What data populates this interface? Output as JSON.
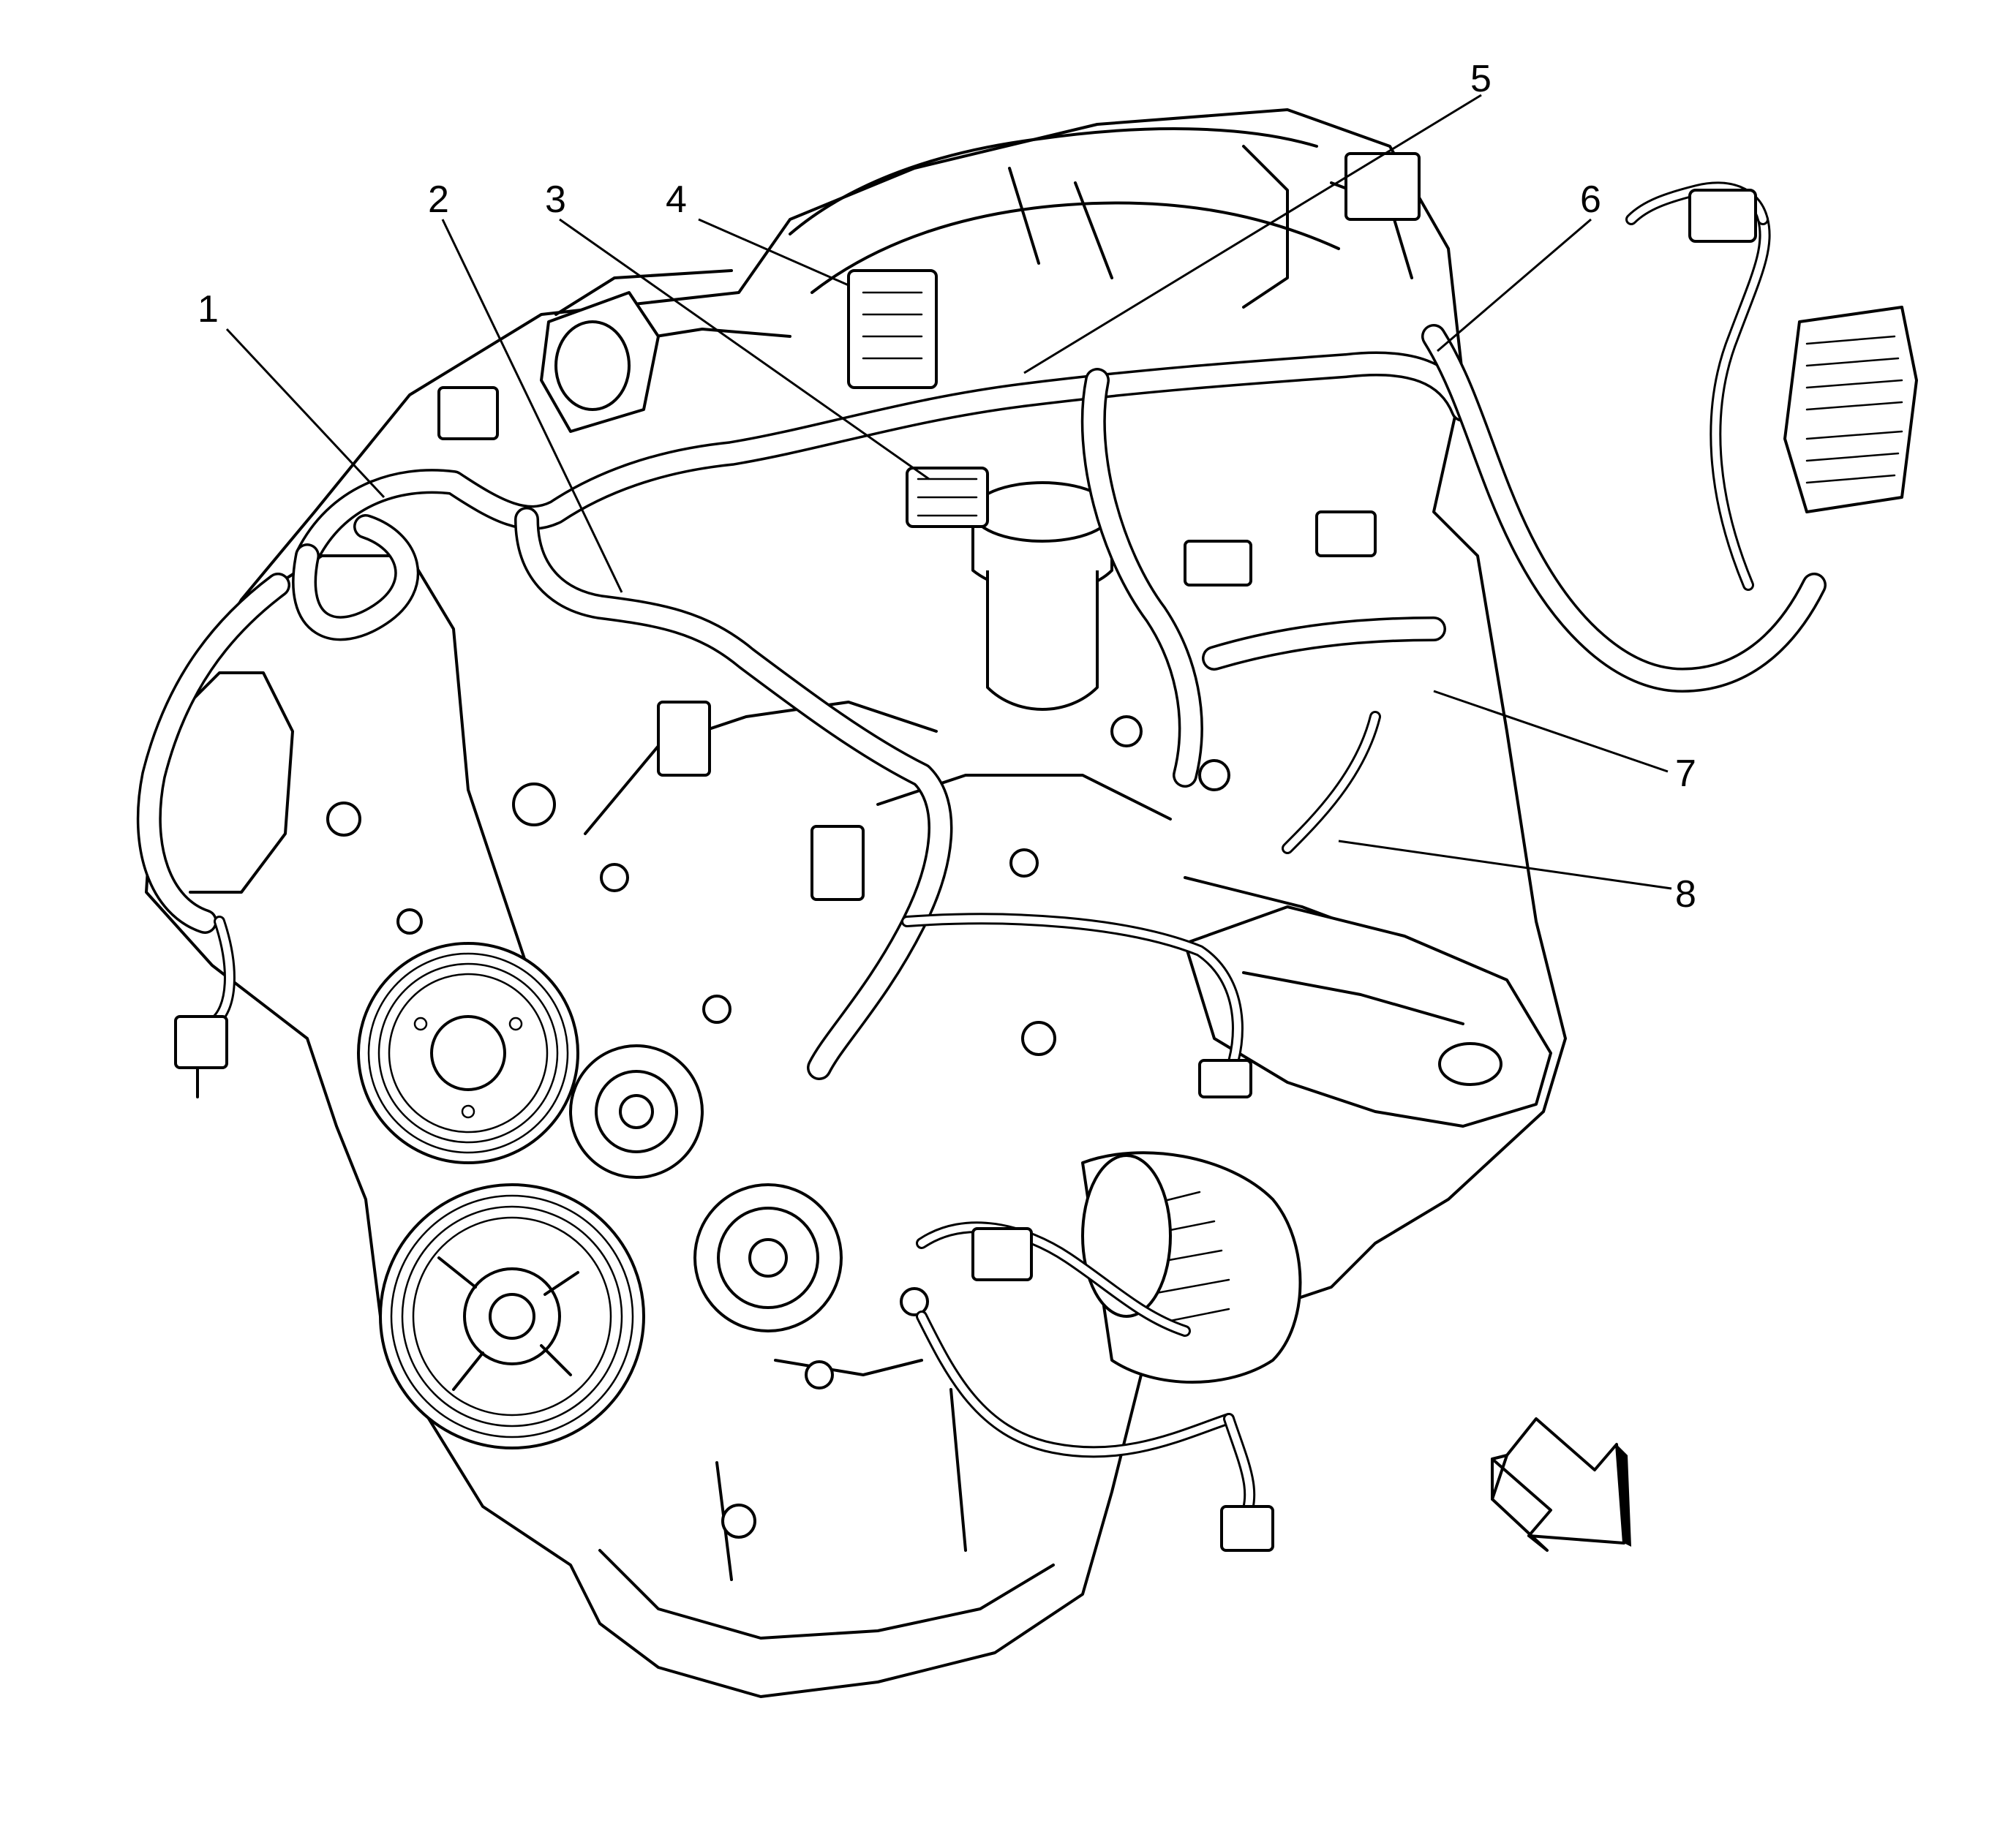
{
  "diagram": {
    "callouts": [
      {
        "id": "1",
        "label": "1"
      },
      {
        "id": "2",
        "label": "2"
      },
      {
        "id": "3",
        "label": "3"
      },
      {
        "id": "4",
        "label": "4"
      },
      {
        "id": "5",
        "label": "5"
      },
      {
        "id": "6",
        "label": "6"
      },
      {
        "id": "7",
        "label": "7"
      },
      {
        "id": "8",
        "label": "8"
      }
    ],
    "orientation_arrow": "front-direction-arrow"
  }
}
